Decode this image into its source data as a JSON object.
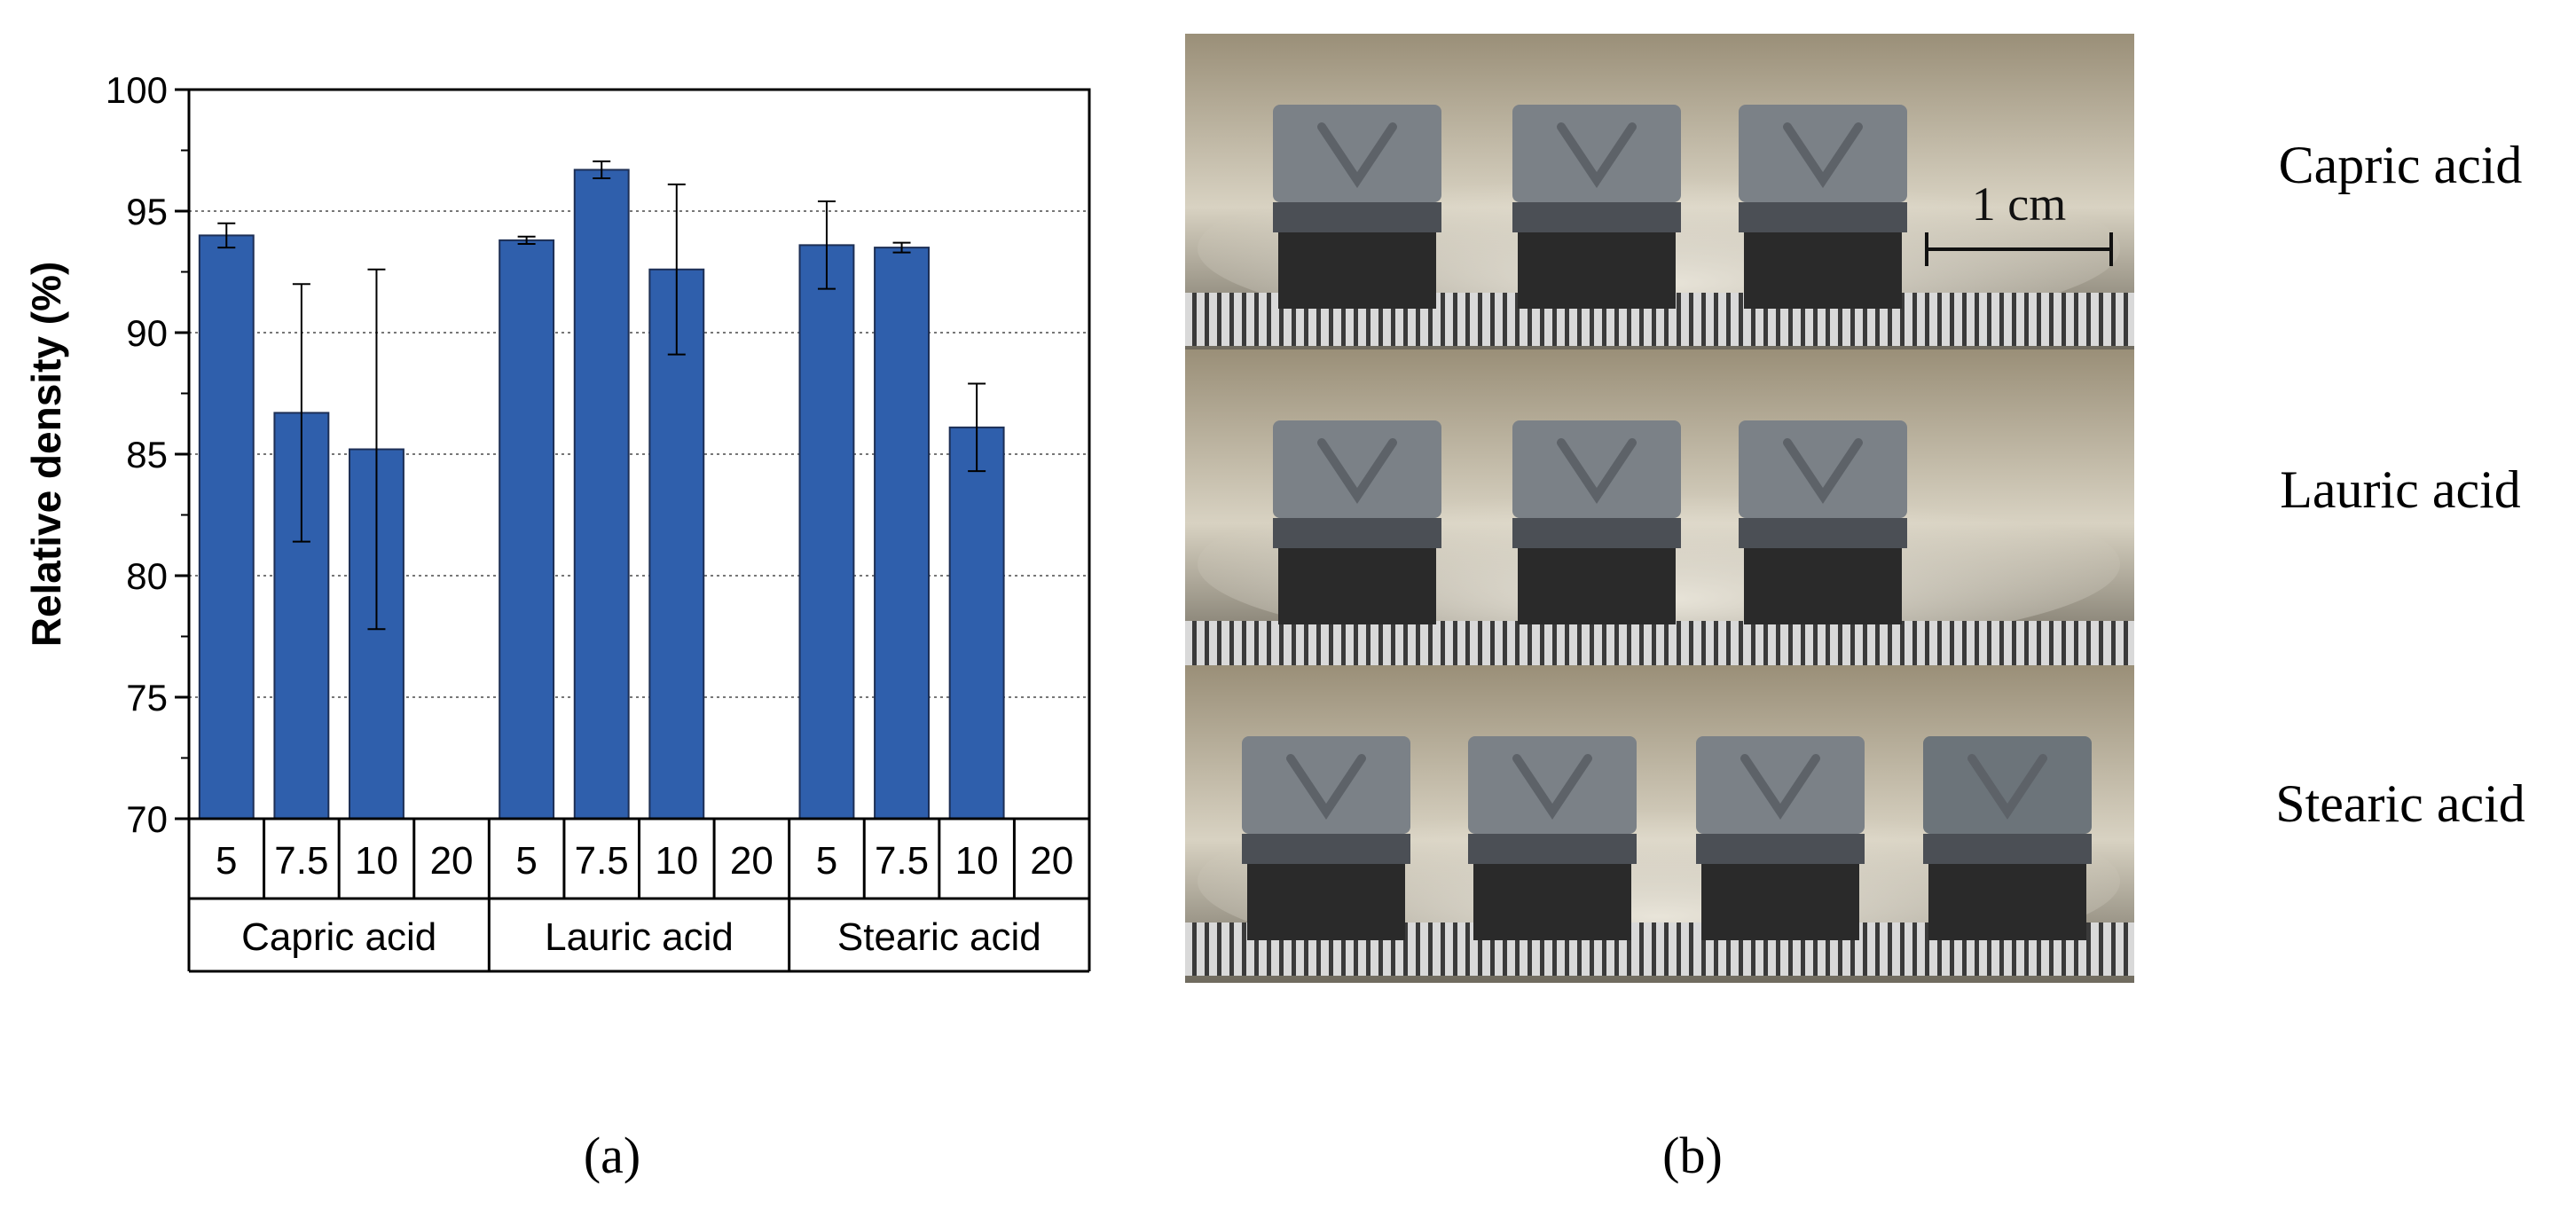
{
  "figure": {
    "panel_a_label": "(a)",
    "panel_b_label": "(b)"
  },
  "chart_data": {
    "type": "bar",
    "ylabel": "Relative density (%)",
    "xlabel": "",
    "ylim": [
      70,
      100
    ],
    "yticks": [
      70,
      75,
      80,
      85,
      90,
      95,
      100
    ],
    "grid": "horizontal dotted",
    "color": "#2f5fac",
    "groups": [
      {
        "name": "Capric acid",
        "categories": [
          "5",
          "7.5",
          "10",
          "20"
        ],
        "values": [
          94.0,
          86.7,
          85.2,
          null
        ],
        "errors": [
          0.5,
          5.3,
          7.4,
          null
        ]
      },
      {
        "name": "Lauric acid",
        "categories": [
          "5",
          "7.5",
          "10",
          "20"
        ],
        "values": [
          93.8,
          96.7,
          92.6,
          null
        ],
        "errors": [
          0.15,
          0.35,
          3.5,
          null
        ]
      },
      {
        "name": "Stearic acid",
        "categories": [
          "5",
          "7.5",
          "10",
          "20"
        ],
        "values": [
          93.6,
          93.5,
          86.1,
          null
        ],
        "errors": [
          1.8,
          0.2,
          1.8,
          null
        ]
      }
    ]
  },
  "photo": {
    "scale_bar_label": "1 cm",
    "row_labels": [
      "Capric acid",
      "Lauric acid",
      "Stearic acid"
    ],
    "row_sample_counts": [
      3,
      3,
      4
    ]
  }
}
